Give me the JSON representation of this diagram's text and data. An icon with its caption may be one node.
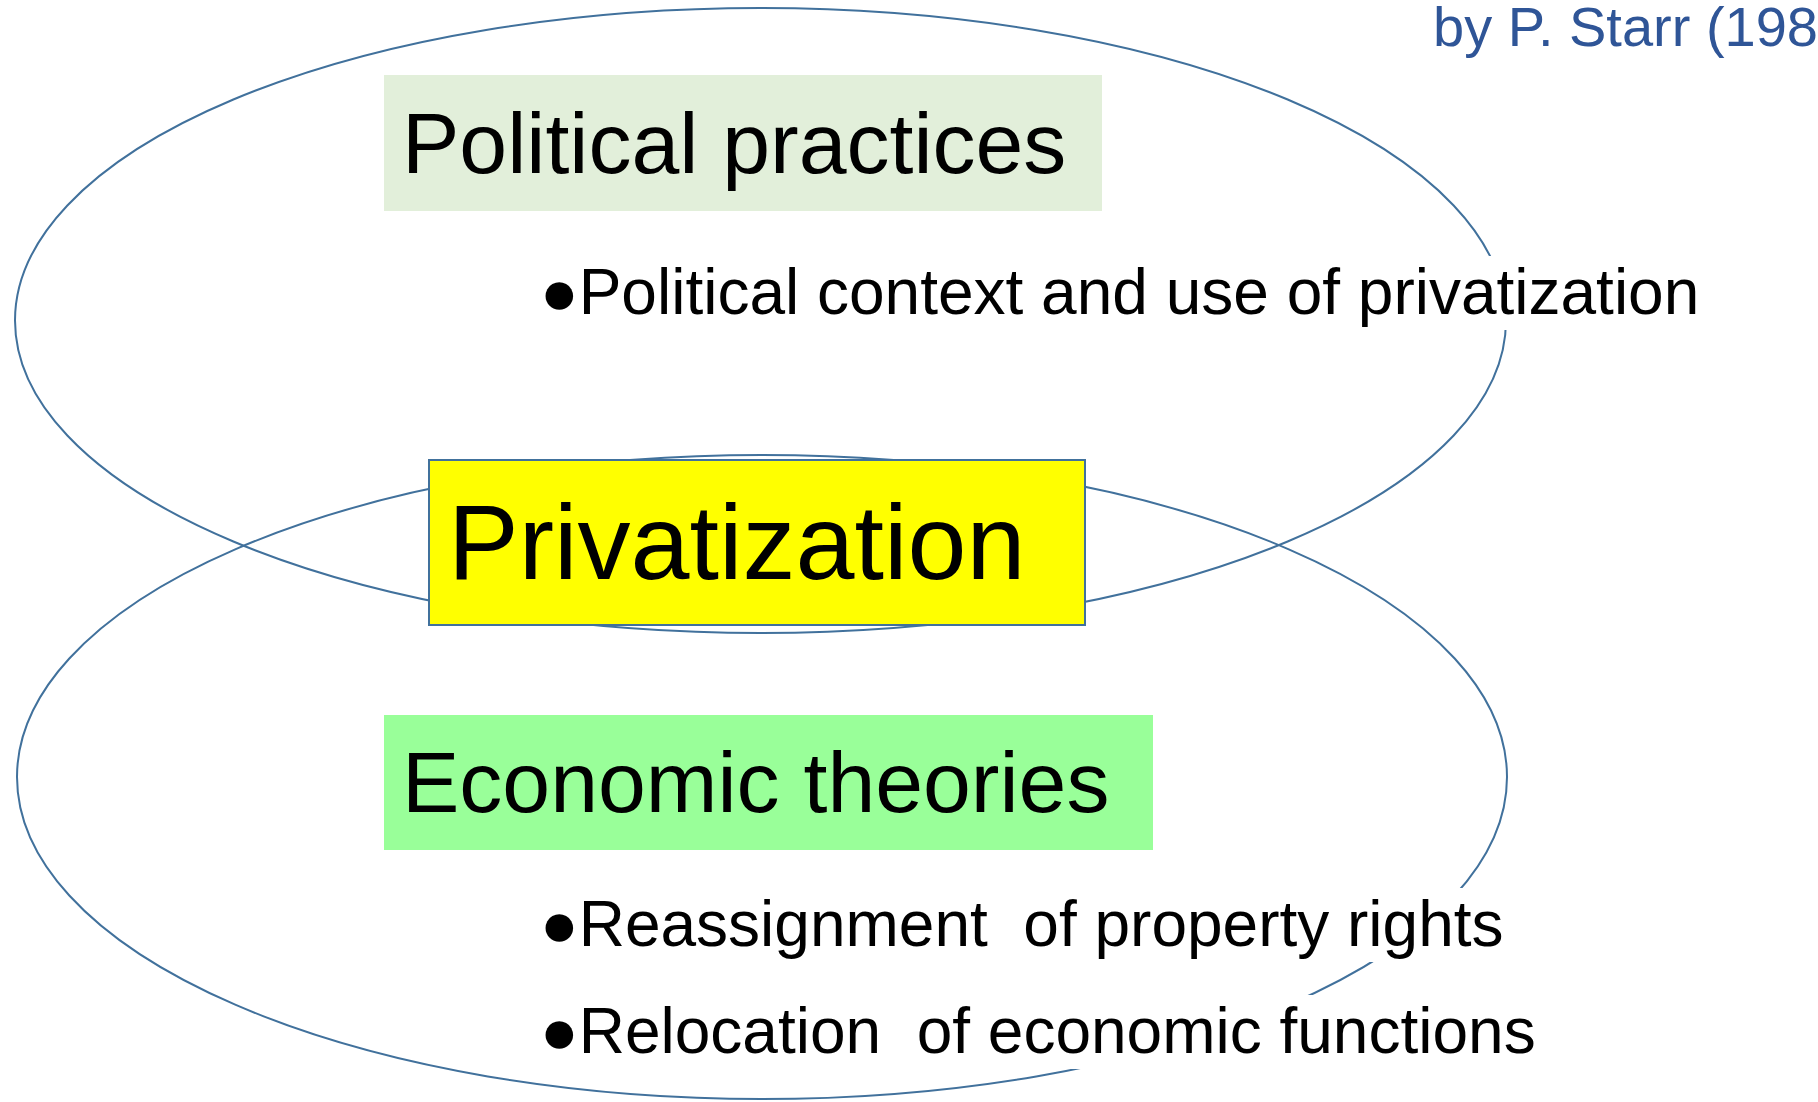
{
  "diagram": {
    "title": "by P. Starr (198",
    "nodes": [
      {
        "text": [],
        "shape": "ellipse"
      },
      {
        "text": [
          "Political practices"
        ],
        "in": 0
      },
      {
        "text": [
          "Privatization"
        ]
      },
      {
        "text": [],
        "shape": "ellipse"
      },
      {
        "text": [
          "Economic theories"
        ],
        "in": 3
      }
    ],
    "edges": [],
    "labels": [
      "●Political context and use of privatization",
      "●Reassignment  of property rights",
      "●Relocation  of economic functions"
    ]
  }
}
